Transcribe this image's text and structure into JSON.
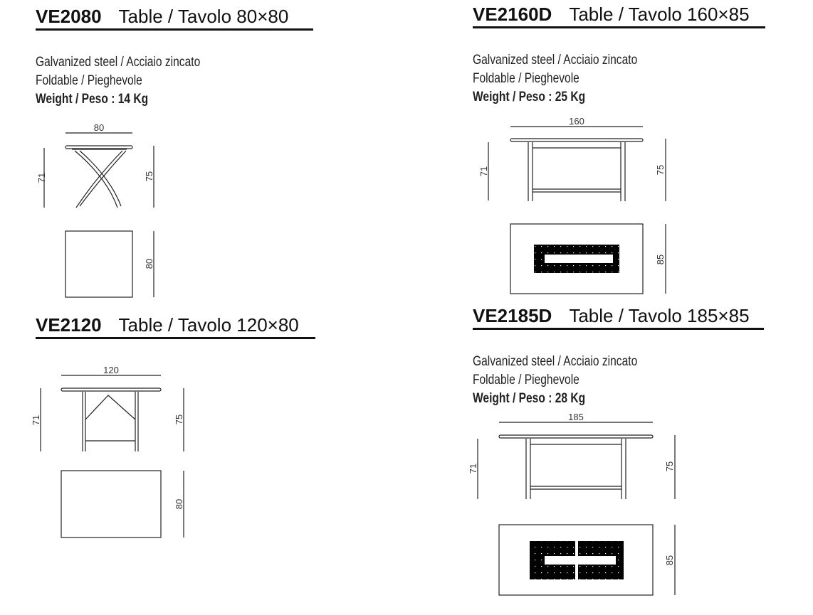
{
  "products": [
    {
      "code": "VE2080",
      "name": "Table / Tavolo 80×80",
      "material": "Galvanized steel / Acciaio zincato",
      "feature": "Foldable / Pieghevole",
      "weight": "Weight / Peso : 14 Kg",
      "dims": {
        "width": "80",
        "height_under": "71",
        "height": "75",
        "depth": "80"
      }
    },
    {
      "code": "VE2120",
      "name": "Table / Tavolo 120×80",
      "dims": {
        "width": "120",
        "height_under": "71",
        "height": "75",
        "depth": "80"
      }
    },
    {
      "code": "VE2160D",
      "name": "Table / Tavolo 160×85",
      "material": "Galvanized steel / Acciaio zincato",
      "feature": "Foldable / Pieghevole",
      "weight": "Weight / Peso : 25 Kg",
      "dims": {
        "width": "160",
        "height_under": "71",
        "height": "75",
        "depth": "85"
      }
    },
    {
      "code": "VE2185D",
      "name": "Table / Tavolo 185×85",
      "material": "Galvanized steel / Acciaio zincato",
      "feature": "Foldable / Pieghevole",
      "weight": "Weight / Peso : 28 Kg",
      "dims": {
        "width": "185",
        "height_under": "71",
        "height": "75",
        "depth": "85"
      }
    }
  ]
}
